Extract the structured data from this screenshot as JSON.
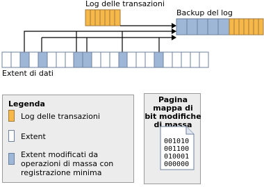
{
  "diagram": {
    "log_label": "Log delle transazioni",
    "backup_label": "Backup del log",
    "extent_label": "Extent di dati"
  },
  "legend": {
    "title": "Legenda",
    "items": [
      {
        "swatch": "log",
        "text": "Log delle transazioni"
      },
      {
        "swatch": "extent",
        "text": "Extent"
      },
      {
        "swatch": "modified",
        "lines": [
          "Extent modificati da",
          "operazioni di massa con",
          "registrazione minima"
        ]
      }
    ]
  },
  "bitmap_page": {
    "title_lines": [
      "Pagina mappa di",
      "bit modifiche",
      "di massa"
    ],
    "bits": [
      "001010",
      "001100",
      "010001",
      "000000"
    ]
  },
  "colors": {
    "log_fill": "#f7b84a",
    "extent_fill": "#ffffff",
    "modified_fill": "#9fb7d6",
    "box_bg": "#ececec"
  }
}
